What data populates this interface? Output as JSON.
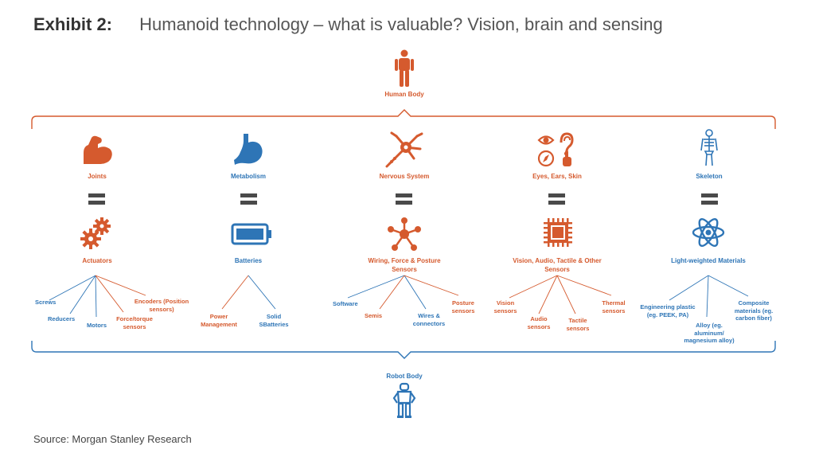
{
  "exhibit": {
    "label": "Exhibit 2:",
    "title": "Humanoid technology – what is valuable? Vision, brain and sensing"
  },
  "top": {
    "label": "Human Body"
  },
  "bottom": {
    "label": "Robot Body"
  },
  "colors": {
    "orange": "#d55a2e",
    "blue": "#2e75b6",
    "equals": "#4a4a4a"
  },
  "columns": [
    {
      "body_label": "Joints",
      "body_icon": "flexed-arm-icon",
      "tech_label": "Actuators",
      "tech_icon": "gears-icon",
      "leaves": [
        "Screws",
        "Reducers",
        "Motors",
        "Force/torque sensors",
        "Encoders (Position sensors)"
      ]
    },
    {
      "body_label": "Metabolism",
      "body_icon": "stomach-icon",
      "tech_label": "Batteries",
      "tech_icon": "battery-icon",
      "leaves": [
        "Power Management",
        "Solid SBatteries"
      ]
    },
    {
      "body_label": "Nervous System",
      "body_icon": "neuron-icon",
      "tech_label": "Wiring, Force & Posture Sensors",
      "tech_icon": "network-icon",
      "leaves": [
        "Software",
        "Semis",
        "Wires & connectors",
        "Posture sensors"
      ]
    },
    {
      "body_label": "Eyes, Ears, Skin",
      "body_icon": "senses-icon",
      "tech_label": "Vision, Audio, Tactile & Other Sensors",
      "tech_icon": "chip-icon",
      "leaves": [
        "Vision sensors",
        "Audio sensors",
        "Tactile sensors",
        "Thermal sensors"
      ]
    },
    {
      "body_label": "Skeleton",
      "body_icon": "skeleton-icon",
      "tech_label": "Light-weighted Materials",
      "tech_icon": "atom-icon",
      "leaves": [
        "Engineering plastic (eg. PEEK, PA)",
        "Alloy (eg. aluminum/ magnesium alloy)",
        "Composite materials (eg. carbon fiber)"
      ]
    }
  ],
  "source": "Source: Morgan Stanley Research"
}
